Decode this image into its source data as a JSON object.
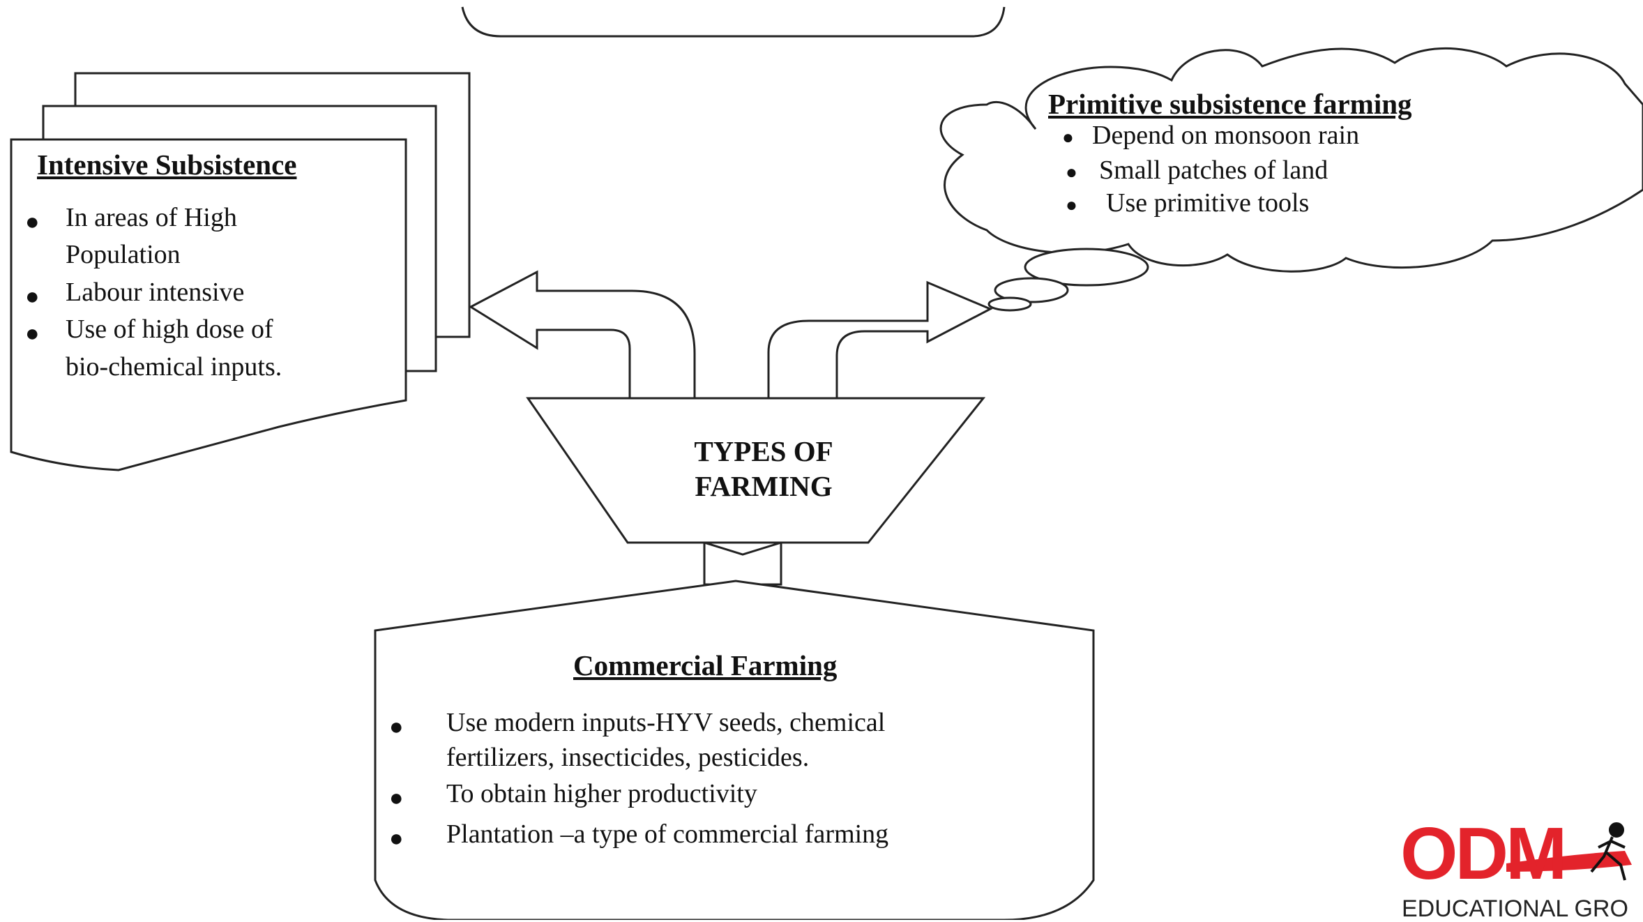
{
  "center": {
    "line1": "TYPES OF",
    "line2": "FARMING"
  },
  "intensive": {
    "title": "Intensive Subsistence",
    "items": [
      {
        "line1": "In areas of High",
        "line2": "Population"
      },
      {
        "line1": "Labour intensive"
      },
      {
        "line1": "Use of high dose of",
        "line2": "bio-chemical inputs."
      }
    ]
  },
  "primitive": {
    "title": "Primitive subsistence farming",
    "items": [
      "Depend on monsoon rain",
      "Small patches of land",
      "Use primitive tools"
    ]
  },
  "commercial": {
    "title": "Commercial Farming",
    "items": [
      {
        "line1": "Use modern inputs-HYV seeds, chemical",
        "line2": "fertilizers, insecticides, pesticides."
      },
      {
        "line1": "To obtain higher productivity"
      },
      {
        "line1": "Plantation –a type of commercial farming"
      }
    ]
  },
  "logo": {
    "brand": "ODM",
    "sub": "EDUCATIONAL GRO",
    "color": "#e3232b"
  }
}
